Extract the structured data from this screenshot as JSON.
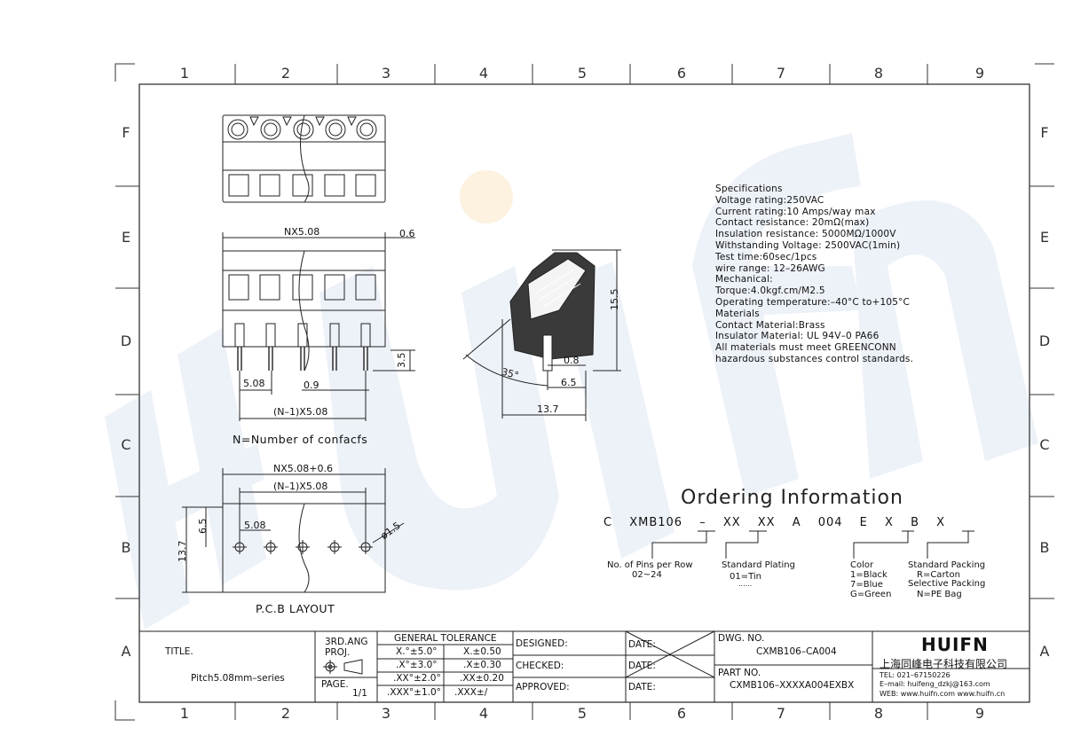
{
  "zones_top": [
    "1",
    "2",
    "3",
    "4",
    "5",
    "6",
    "7",
    "8",
    "9"
  ],
  "zones_side": [
    "F",
    "E",
    "D",
    "C",
    "B",
    "A"
  ],
  "watermark": "HUIFN",
  "specifications": {
    "heading": "Specifications",
    "lines": [
      "Voltage rating:250VAC",
      "Current rating:10 Amps/way max",
      "Contact resistance: 20mΩ(max)",
      "Insulation resistance: 5000MΩ/1000V",
      "Withstanding Voltage: 2500VAC(1min)",
      "Test time:60sec/1pcs",
      "wire range: 12–26AWG",
      "Mechanical:",
      "Torque:4.0kgf.cm/M2.5",
      "Operating temperature:–40°C to+105°C",
      "Materials",
      "Contact Material:Brass",
      "Insulator Material: UL 94V–0 PA66",
      "All materials must meet GREENCONN",
      "hazardous substances control standards."
    ]
  },
  "dimensions": {
    "nx508": "NX5.08",
    "d06": "0.6",
    "d508": "5.08",
    "d09": "0.9",
    "n1x508": "(N–1)X5.08",
    "d35": "3.5",
    "d155": "15.5",
    "d08": "0.8",
    "d65": "6.5",
    "d137": "13.7",
    "angle": "35°",
    "pcb_top": "NX5.08+0.6",
    "pcb_n1": "(N–1)X5.08",
    "pcb_508": "5.08",
    "pcb_65": "6.5",
    "pcb_137": "13.7",
    "pcb_hole": "ø1.5"
  },
  "labels": {
    "contacts_note": "N=Number of confacfs",
    "pcb_layout": "P.C.B LAYOUT"
  },
  "ordering": {
    "title": "Ordering Information",
    "code": "C XMB106 – XX XX A 004 E X B X",
    "pins_label": "No. of Pins per Row",
    "pins_range": "02~24",
    "plating_label": "Standard Plating",
    "plating_value": "01=Tin",
    "plating_more": "......",
    "color_label": "Color",
    "color_values": [
      "1=Black",
      "7=Blue",
      "G=Green"
    ],
    "packing_label": "Standard Packing",
    "packing_value": "R=Carton",
    "selective_label": "Selective Packing",
    "selective_value": "N=PE Bag"
  },
  "title_block": {
    "title_label": "TITLE.",
    "title_value": "Pitch5.08mm–series",
    "proj_line1": "3RD.ANG",
    "proj_line2": "PROJ.",
    "page_label": "PAGE.",
    "page_value": "1/1",
    "tolerance_header": "GENERAL TOLERANCE",
    "tolerances": [
      [
        "X.°±5.0°",
        "X.±0.50"
      ],
      [
        ".X°±3.0°",
        ".X±0.30"
      ],
      [
        ".XX°±2.0°",
        ".XX±0.20"
      ],
      [
        ".XXX°±1.0°",
        ".XXX±/"
      ]
    ],
    "designed": "DESIGNED:",
    "checked": "CHECKED:",
    "approved": "APPROVED:",
    "date": "DATE:",
    "dwg_label": "DWG. NO.",
    "dwg_value": "CXMB106–CA004",
    "part_label": "PART NO.",
    "part_value": "CXMB106–XXXXA004EXBX",
    "company_logo": "HUIFN",
    "company_name": "上海同峰电子科技有限公司",
    "tel": "TEL: 021–67150226",
    "email": "E–mail: huifeng_dzkj@163.com",
    "web": "WEB: www.huifn.com  www.huifn.cn"
  }
}
